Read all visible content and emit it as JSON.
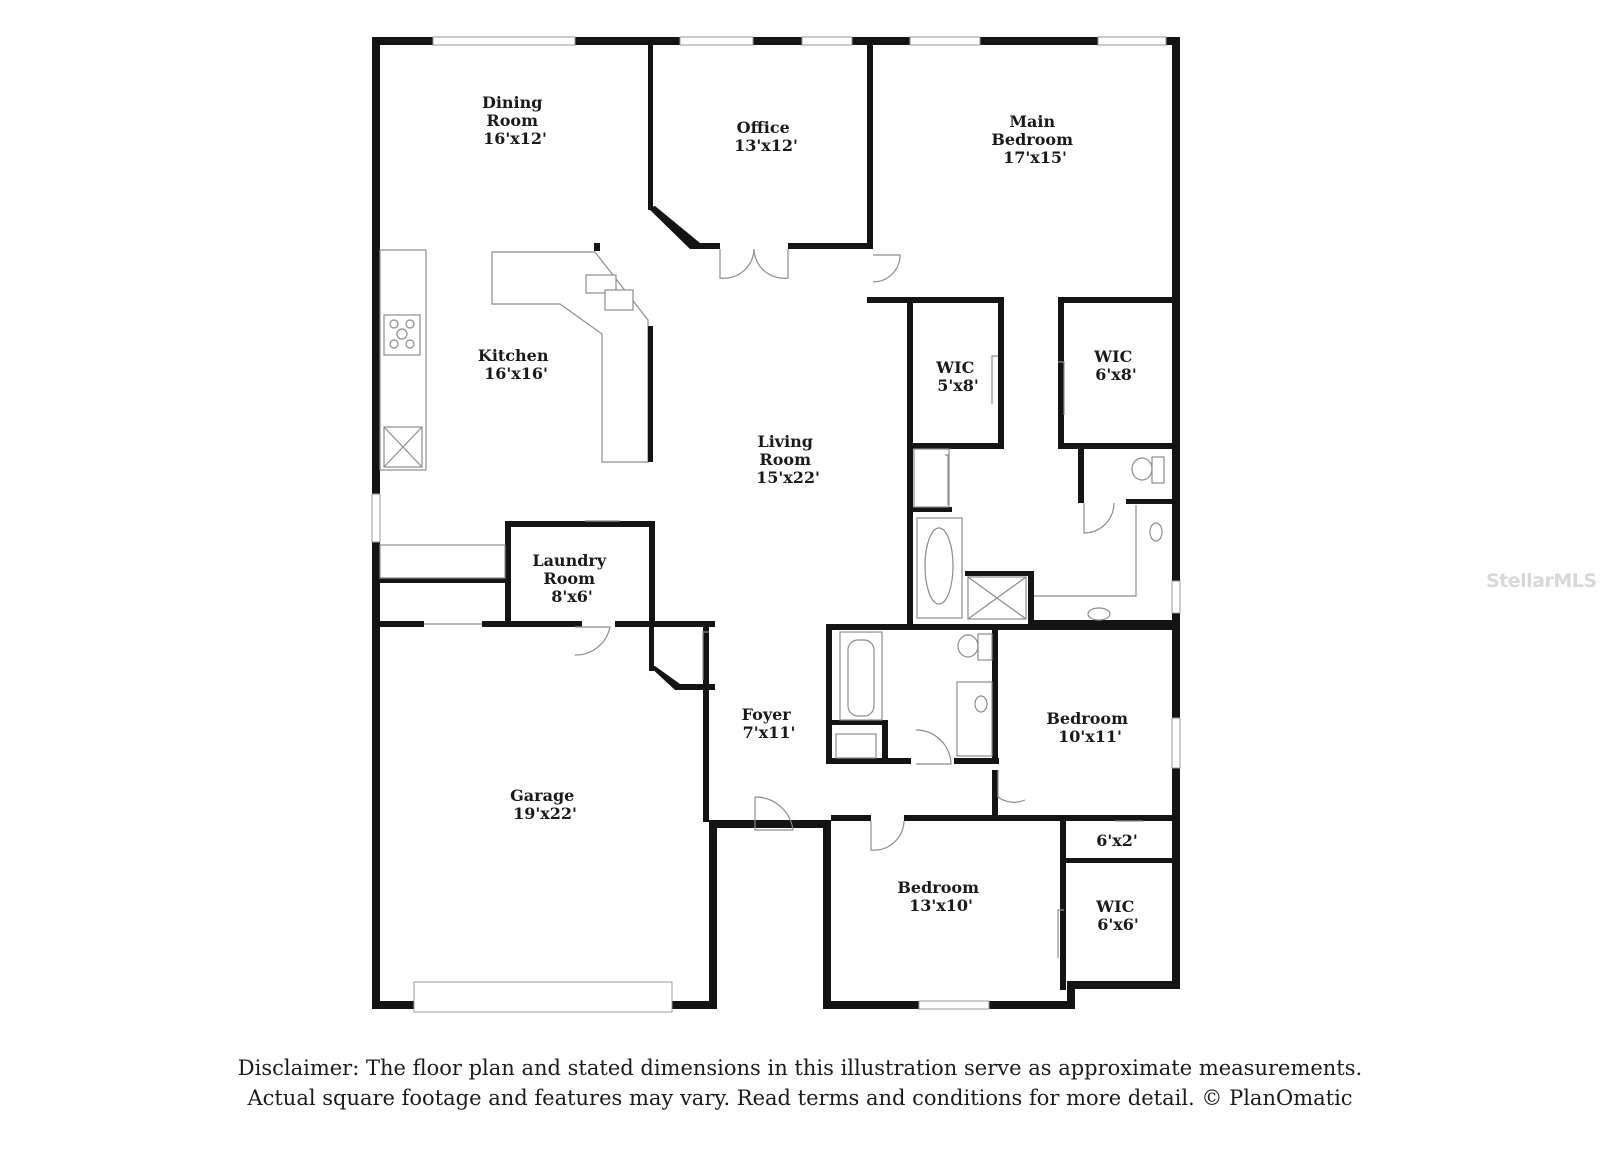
{
  "rooms": {
    "dining": [
      "Dining",
      "Room",
      "16'x12'"
    ],
    "office": [
      "Office",
      "13'x12'"
    ],
    "main_bedroom": [
      "Main",
      "Bedroom",
      "17'x15'"
    ],
    "wic1": [
      "WIC",
      "5'x8'"
    ],
    "wic2": [
      "WIC",
      "6'x8'"
    ],
    "kitchen": [
      "Kitchen",
      "16'x16'"
    ],
    "living": [
      "Living",
      "Room",
      "15'x22'"
    ],
    "laundry": [
      "Laundry",
      "Room",
      "8'x6'"
    ],
    "foyer": [
      "Foyer",
      "7'x11'"
    ],
    "bedroom2": [
      "Bedroom",
      "10'x11'"
    ],
    "garage": [
      "Garage",
      "19'x22'"
    ],
    "closet": [
      "6'x2'"
    ],
    "bedroom3": [
      "Bedroom",
      "13'x10'"
    ],
    "wic3": [
      "WIC",
      "6'x6'"
    ]
  },
  "disclaimer": {
    "line1": "Disclaimer: The floor plan and stated dimensions in this illustration serve as approximate measurements.",
    "line2": "Actual square footage and features may vary. Read terms and conditions for more detail. © PlanOmatic"
  },
  "watermark": "StellarMLS"
}
